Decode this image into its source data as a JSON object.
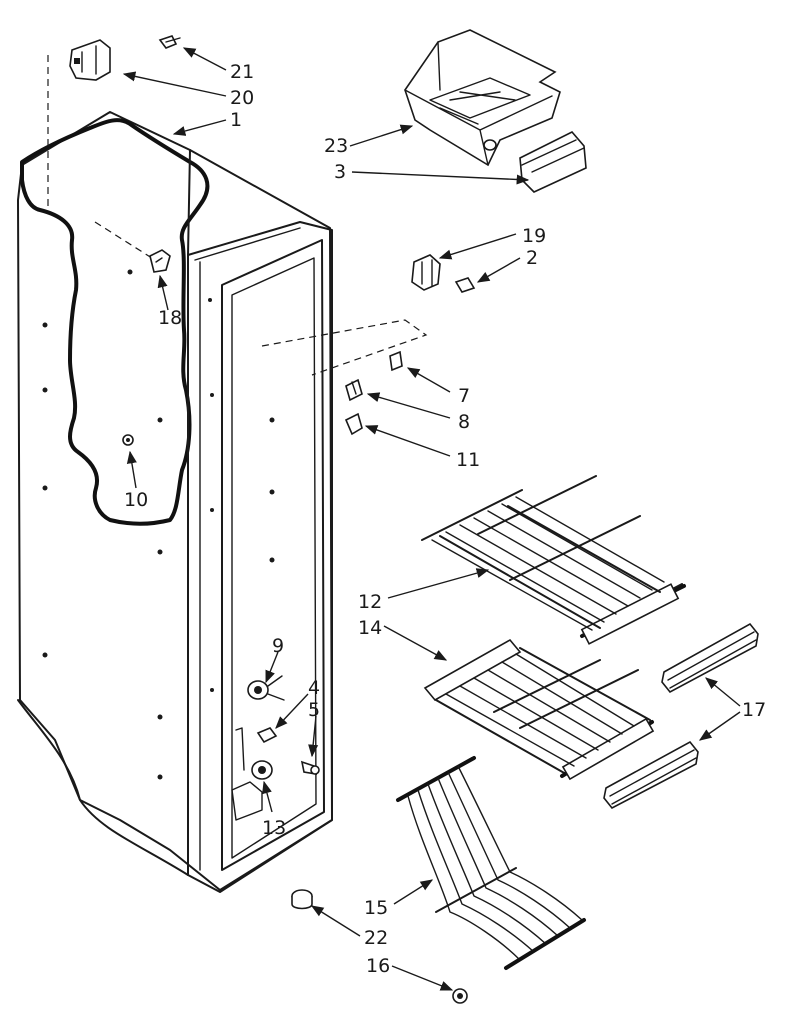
{
  "callouts": [
    "1",
    "2",
    "3",
    "4",
    "5",
    "7",
    "8",
    "9",
    "10",
    "11",
    "12",
    "13",
    "14",
    "15",
    "16",
    "17",
    "18",
    "19",
    "20",
    "21",
    "22",
    "23"
  ]
}
